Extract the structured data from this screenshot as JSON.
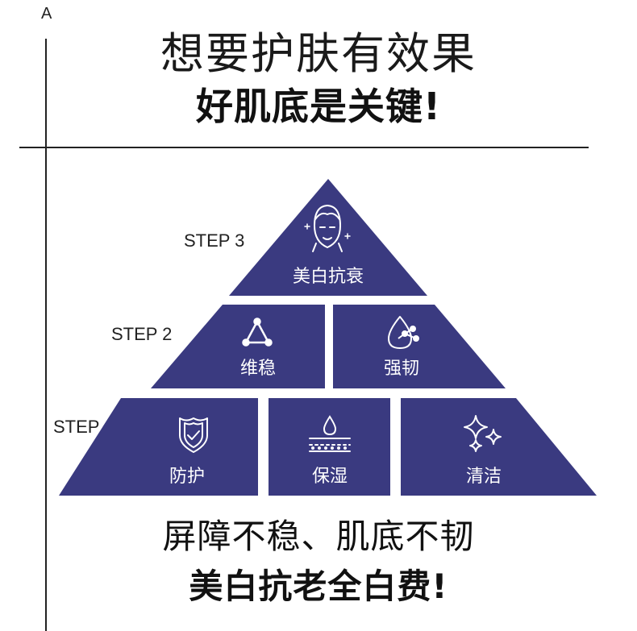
{
  "corner_letter": "A",
  "headline": {
    "line1": "想要护肤有效果",
    "line2": "好肌底是关键!"
  },
  "pyramid": {
    "color": "#3a3a80",
    "steps": [
      {
        "label": "STEP 3",
        "tiles": [
          {
            "text": "美白抗衰",
            "icon": "face-icon"
          }
        ]
      },
      {
        "label": "STEP 2",
        "tiles": [
          {
            "text": "维稳",
            "icon": "triangle-nodes-icon"
          },
          {
            "text": "强韧",
            "icon": "molecule-drop-icon"
          }
        ]
      },
      {
        "label": "STEP 1",
        "tiles": [
          {
            "text": "防护",
            "icon": "shield-check-icon"
          },
          {
            "text": "保湿",
            "icon": "water-drop-layers-icon"
          },
          {
            "text": "清洁",
            "icon": "sparkles-icon"
          }
        ]
      }
    ]
  },
  "footer": {
    "line1": "屏障不稳、肌底不韧",
    "line2": "美白抗老全白费!"
  }
}
